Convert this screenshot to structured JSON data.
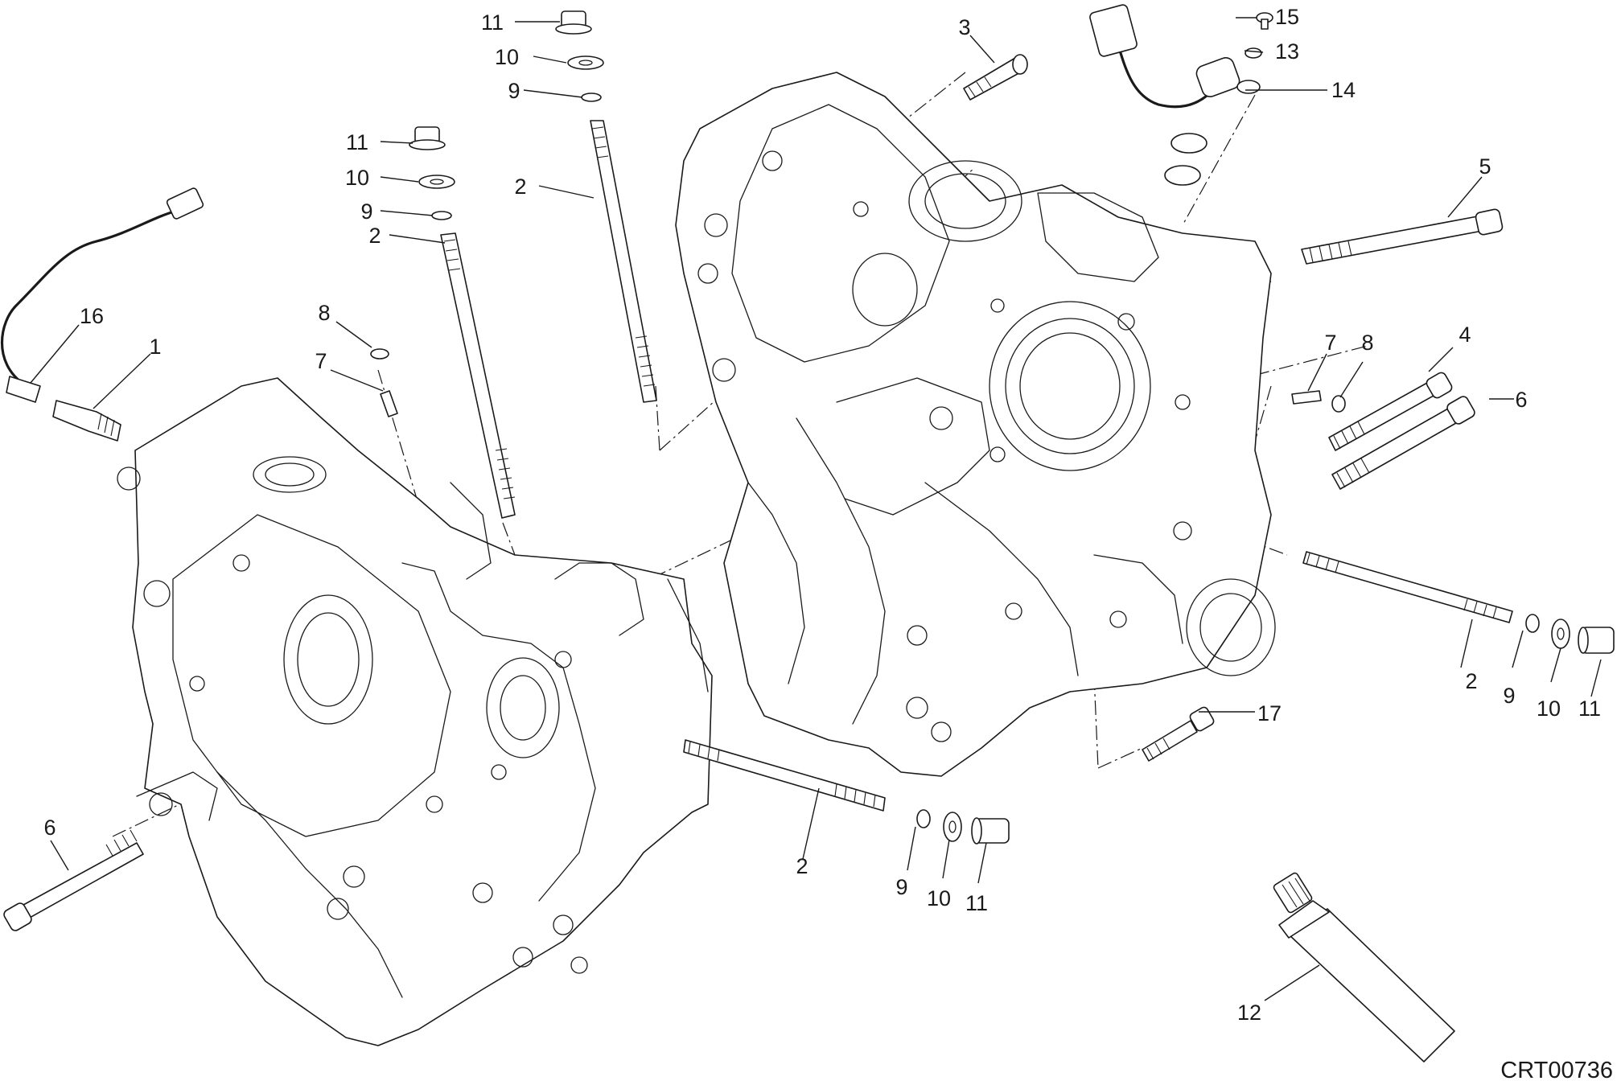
{
  "callouts": {
    "n1": "1",
    "n2": "2",
    "n3": "3",
    "n4": "4",
    "n5": "5",
    "n6": "6",
    "n7": "7",
    "n8": "8",
    "n9": "9",
    "n10": "10",
    "n11": "11",
    "n12": "12",
    "n13": "13",
    "n14": "14",
    "n15": "15",
    "n16": "16",
    "n17": "17"
  },
  "drawing_code": "CRT00736"
}
